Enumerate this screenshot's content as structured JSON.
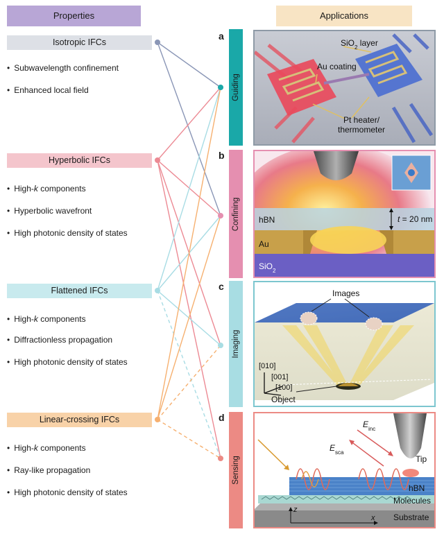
{
  "headers": {
    "properties": "Properties",
    "applications": "Applications"
  },
  "ifc_groups": [
    {
      "title": "Isotropic IFCs",
      "color": "#dde0e6",
      "bullets": [
        "Subwavelength confinement",
        "Enhanced local field"
      ]
    },
    {
      "title": "Hyperbolic IFCs",
      "color": "#f4c5cc",
      "bullets": [
        "High-k components",
        "Hyperbolic wavefront",
        "High photonic density of states"
      ]
    },
    {
      "title": "Flattened IFCs",
      "color": "#c8eaee",
      "bullets": [
        "High-k components",
        "Diffractionless propagation",
        "High photonic density of states"
      ]
    },
    {
      "title": "Linear-crossing IFCs",
      "color": "#f8d2a8",
      "bullets": [
        "High-k components",
        "Ray-like propagation",
        "High photonic density of states"
      ]
    }
  ],
  "applications": [
    {
      "letter": "a",
      "label": "Guiding",
      "color": "#1aa8a8",
      "border": "#8e9aa6"
    },
    {
      "letter": "b",
      "label": "Confining",
      "color": "#e58fb0",
      "border": "#e58fb0"
    },
    {
      "letter": "c",
      "label": "Imaging",
      "color": "#a8dde3",
      "border": "#7cc6cf"
    },
    {
      "letter": "d",
      "label": "Sensing",
      "color": "#ec8a84",
      "border": "#ec8a84"
    }
  ],
  "colors": {
    "isotropic": "#8a96b6",
    "hyperbolic": "#ec8a94",
    "flattened": "#a8dce4",
    "linear_crossing": "#f6b070"
  },
  "panel_a": {
    "sio2_layer": "SiO2 layer",
    "au_coating": "Au coating",
    "pt_heater": "Pt heater/",
    "thermometer": "thermometer"
  },
  "panel_b": {
    "hbn": "hBN",
    "au": "Au",
    "sio2": "SiO2",
    "thickness": "t = 20 nm"
  },
  "panel_c": {
    "images": "Images",
    "axis_010": "[010]",
    "axis_001": "[001]",
    "axis_100": "[100]",
    "object": "Object"
  },
  "panel_d": {
    "e_inc": "Einc",
    "e_sca": "Esca",
    "tip": "Tip",
    "hbn": "hBN",
    "molecules": "Molecules",
    "substrate": "Substrate",
    "axis_z": "z",
    "axis_x": "x"
  }
}
